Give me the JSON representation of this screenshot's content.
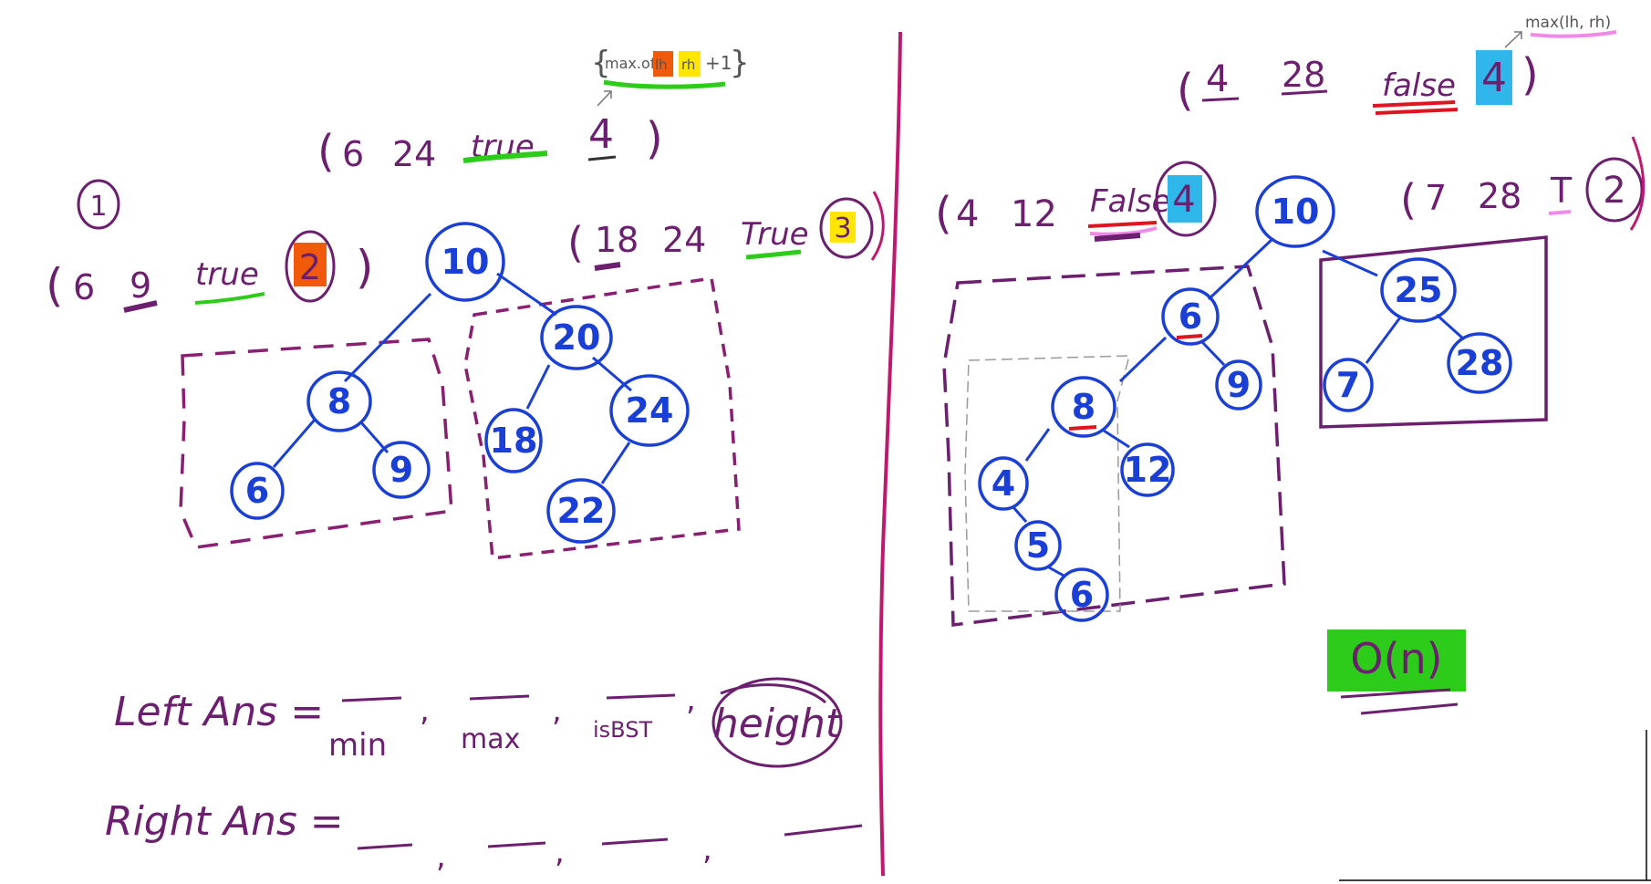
{
  "colors": {
    "ink": "#6b1f6e",
    "node": "#1a3fd6",
    "divider": "#c0186e",
    "green": "#2ecc1a",
    "orange": "#f05a0a",
    "yellow": "#ffe600",
    "cyan": "#2fb6ea",
    "pink": "#f08ae8",
    "red": "#e0141e"
  },
  "left": {
    "step_number": "1",
    "formula": {
      "open": "{",
      "prefix": "max.of",
      "lh": "lh",
      "rh": "rh",
      "suffix": "+1",
      "close": "}"
    },
    "root_tuple": {
      "open": "(",
      "min": "6",
      "max": "24",
      "is_bst": "true",
      "height": "4",
      "close": ")"
    },
    "left_tuple": {
      "open": "(",
      "min": "6",
      "max": "9",
      "is_bst": "true",
      "height": "2",
      "close": ")"
    },
    "right_tuple": {
      "open": "(",
      "min": "18",
      "max": "24",
      "is_bst": "True",
      "height": "3",
      "close": ")"
    },
    "nodes": [
      "10",
      "8",
      "6",
      "9",
      "20",
      "18",
      "24",
      "22"
    ],
    "left_ans": {
      "label": "Left Ans =",
      "fields": [
        "min",
        "max",
        "isBST",
        "height"
      ]
    },
    "right_ans": {
      "label": "Right Ans ="
    }
  },
  "right": {
    "formula": "max(lh, rh)",
    "root_tuple": {
      "open": "(",
      "min": "4",
      "max": "28",
      "is_bst": "false",
      "height": "4",
      "close": ")"
    },
    "left_tuple": {
      "open": "(",
      "min": "4",
      "max": "12",
      "is_bst": "False",
      "height": "4",
      "close": ")"
    },
    "right_tuple": {
      "open": "(",
      "min": "7",
      "max": "28",
      "is_bst": "T",
      "height": "2",
      "close": ")"
    },
    "nodes": [
      "10",
      "6",
      "8",
      "9",
      "4",
      "12",
      "5",
      "6",
      "25",
      "7",
      "28"
    ],
    "complexity": "O(n)"
  }
}
